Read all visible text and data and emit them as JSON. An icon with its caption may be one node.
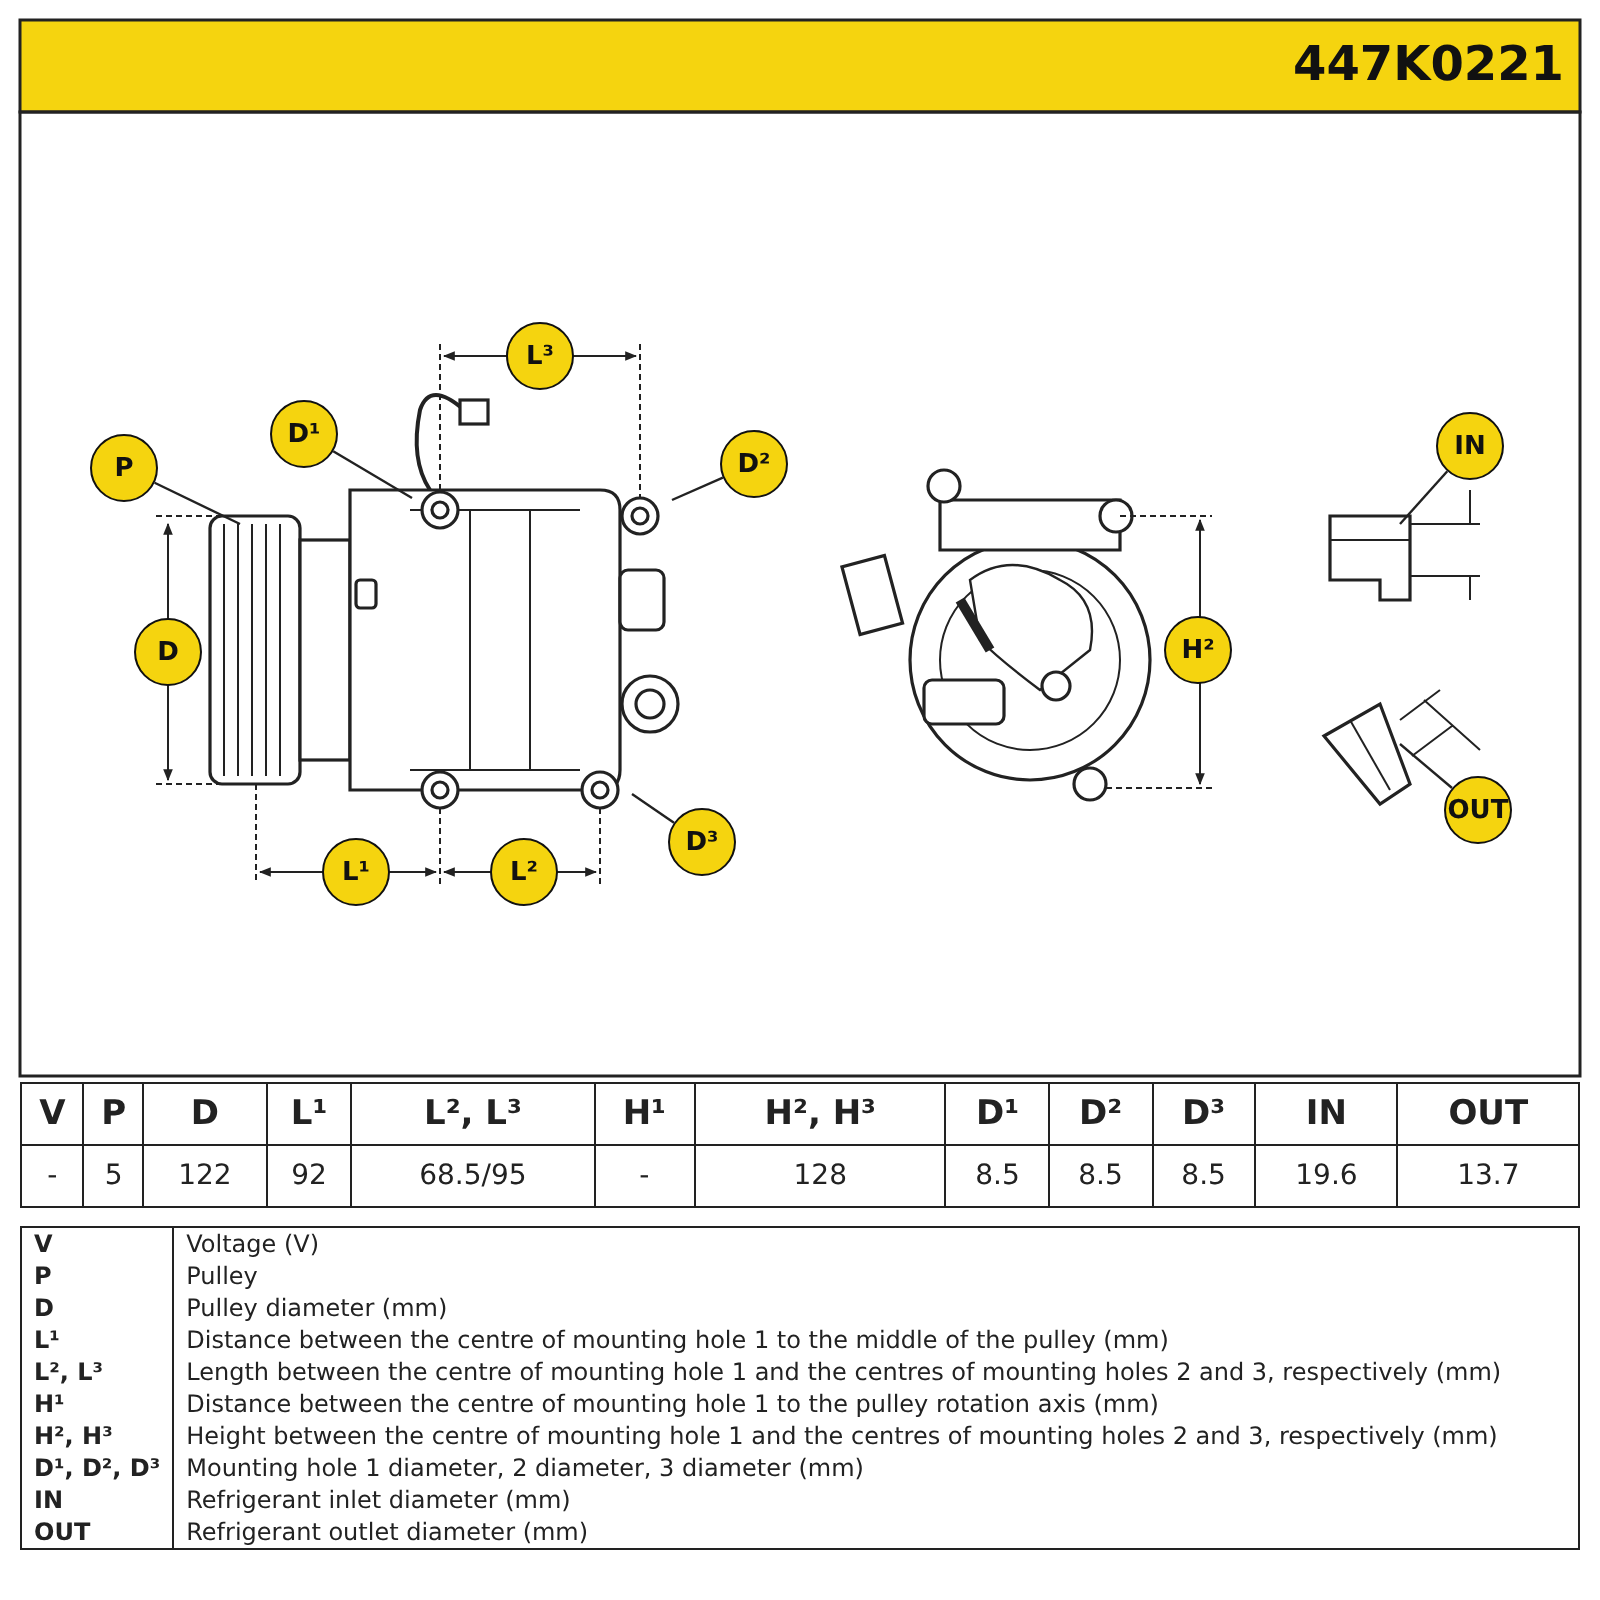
{
  "diagram": {
    "nodes": [
      {
        "text": [
          "P"
        ]
      },
      {
        "text": [
          "D¹"
        ]
      },
      {
        "text": [
          "D²"
        ]
      },
      {
        "text": [
          "D³"
        ]
      },
      {
        "text": [
          "IN"
        ]
      },
      {
        "text": [
          "OUT"
        ]
      },
      {
        "text": [
          "L³"
        ]
      },
      {
        "text": [
          "D"
        ]
      },
      {
        "text": [
          "H²"
        ]
      },
      {
        "text": [
          "L¹"
        ]
      },
      {
        "text": [
          "L²"
        ]
      }
    ],
    "edges": [
      {
        "from": 0,
        "to": null,
        "arrow": "none"
      },
      {
        "from": 1,
        "to": null,
        "arrow": "none"
      },
      {
        "from": 2,
        "to": null,
        "arrow": "none"
      },
      {
        "from": 3,
        "to": null,
        "arrow": "none"
      },
      {
        "from": 4,
        "to": null,
        "arrow": "none"
      },
      {
        "from": 5,
        "to": null,
        "arrow": "none"
      }
    ],
    "labels": [
      "447K0221",
      "V",
      "P",
      "D",
      "L¹",
      "L², L³",
      "H¹",
      "H², H³",
      "D¹",
      "D²",
      "D³",
      "IN",
      "OUT",
      "-",
      "5",
      "122",
      "92",
      "68.5/95",
      "-",
      "128",
      "8.5",
      "8.5",
      "8.5",
      "19.6",
      "13.7",
      "V",
      "Voltage (V)",
      "P",
      "Pulley",
      "D",
      "Pulley diameter (mm)",
      "L¹",
      "Distance between the centre of mounting hole 1 to the middle of the pulley (mm)",
      "L², L³",
      "Length between the centre of mounting hole 1 and the centres of mounting holes 2 and 3, respectively (mm)",
      "H¹",
      "Distance between the centre of mounting hole 1 to the pulley rotation axis (mm)",
      "H², H³",
      "Height between the centre of mounting hole 1 and the centres of mounting holes 2 and 3, respectively (mm)",
      "D¹, D², D³",
      "Mounting hole 1 diameter, 2 diameter, 3 diameter (mm)",
      "IN",
      "Refrigerant inlet diameter (mm)",
      "OUT",
      "Refrigerant outlet diameter (mm)"
    ]
  }
}
